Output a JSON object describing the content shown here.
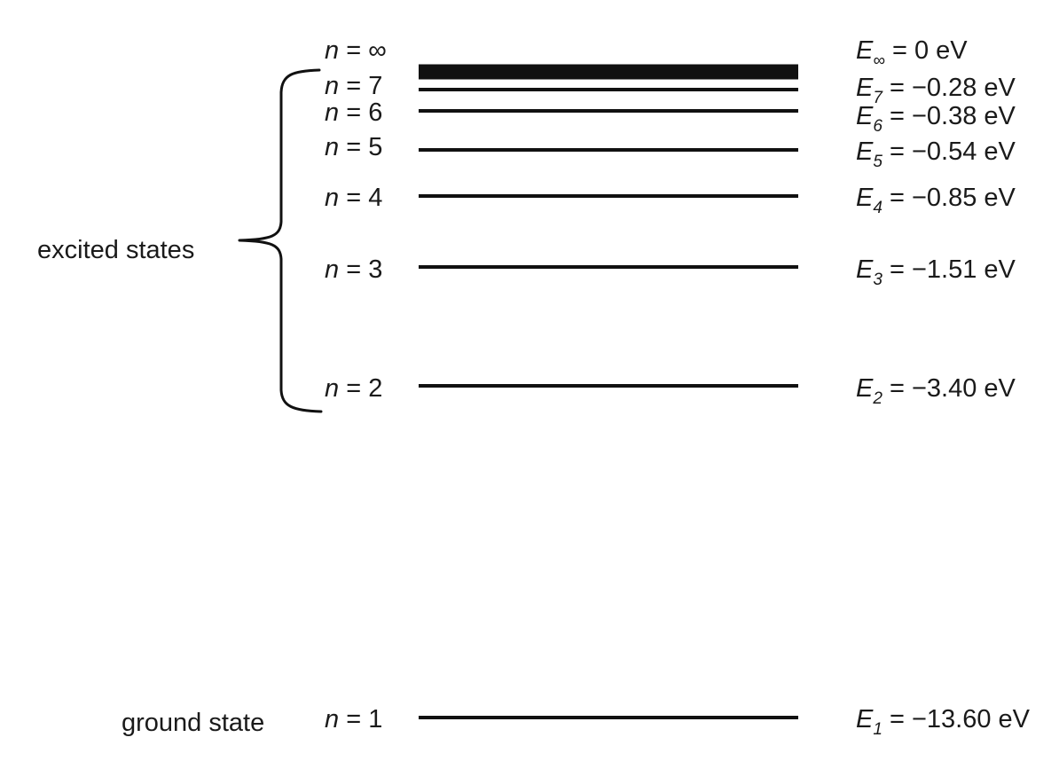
{
  "diagram": {
    "group_labels": {
      "excited": "excited states",
      "ground": "ground state"
    },
    "levels": [
      {
        "id": "inf",
        "n_var": "n",
        "n_text": " = ∞",
        "e_var": "E",
        "e_sub": "∞",
        "e_text": " =  0 eV",
        "energy_ev": 0
      },
      {
        "id": "7",
        "n_var": "n",
        "n_text": " = 7",
        "e_var": "E",
        "e_sub": "7",
        "e_text": " = −0.28 eV",
        "energy_ev": -0.28
      },
      {
        "id": "6",
        "n_var": "n",
        "n_text": " = 6",
        "e_var": "E",
        "e_sub": "6",
        "e_text": " = −0.38 eV",
        "energy_ev": -0.38
      },
      {
        "id": "5",
        "n_var": "n",
        "n_text": " = 5",
        "e_var": "E",
        "e_sub": "5",
        "e_text": " = −0.54 eV",
        "energy_ev": -0.54
      },
      {
        "id": "4",
        "n_var": "n",
        "n_text": " = 4",
        "e_var": "E",
        "e_sub": "4",
        "e_text": " = −0.85 eV",
        "energy_ev": -0.85
      },
      {
        "id": "3",
        "n_var": "n",
        "n_text": " = 3",
        "e_var": "E",
        "e_sub": "3",
        "e_text": " = −1.51 eV",
        "energy_ev": -1.51
      },
      {
        "id": "2",
        "n_var": "n",
        "n_text": " = 2",
        "e_var": "E",
        "e_sub": "2",
        "e_text": " = −3.40 eV",
        "energy_ev": -3.4
      },
      {
        "id": "1",
        "n_var": "n",
        "n_text": " = 1",
        "e_var": "E",
        "e_sub": "1",
        "e_text": " = −13.60 eV",
        "energy_ev": -13.6
      }
    ]
  }
}
